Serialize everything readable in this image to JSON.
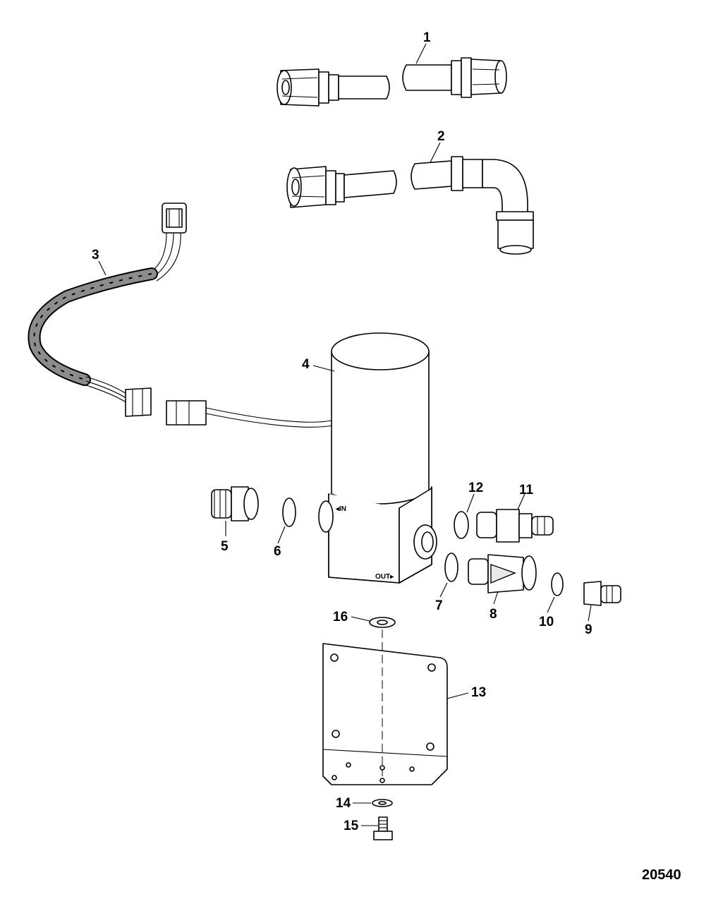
{
  "figure_number": "20540",
  "callouts": [
    {
      "id": "1",
      "label": "1",
      "part": "fuel-hose-straight"
    },
    {
      "id": "2",
      "label": "2",
      "part": "fuel-hose-elbow"
    },
    {
      "id": "3",
      "label": "3",
      "part": "wiring-harness"
    },
    {
      "id": "4",
      "label": "4",
      "part": "fuel-pump"
    },
    {
      "id": "5",
      "label": "5",
      "part": "inlet-fitting"
    },
    {
      "id": "6",
      "label": "6",
      "part": "inlet-o-ring"
    },
    {
      "id": "7",
      "label": "7",
      "part": "outlet-o-ring"
    },
    {
      "id": "8",
      "label": "8",
      "part": "outlet-fitting"
    },
    {
      "id": "9",
      "label": "9",
      "part": "end-fitting"
    },
    {
      "id": "10",
      "label": "10",
      "part": "end-o-ring"
    },
    {
      "id": "11",
      "label": "11",
      "part": "check-valve"
    },
    {
      "id": "12",
      "label": "12",
      "part": "check-valve-o-ring"
    },
    {
      "id": "13",
      "label": "13",
      "part": "mounting-bracket"
    },
    {
      "id": "14",
      "label": "14",
      "part": "lower-washer"
    },
    {
      "id": "15",
      "label": "15",
      "part": "screw"
    },
    {
      "id": "16",
      "label": "16",
      "part": "upper-washer"
    }
  ],
  "pump_ports": {
    "inlet_marking": "IN",
    "outlet_marking": "OUT"
  }
}
